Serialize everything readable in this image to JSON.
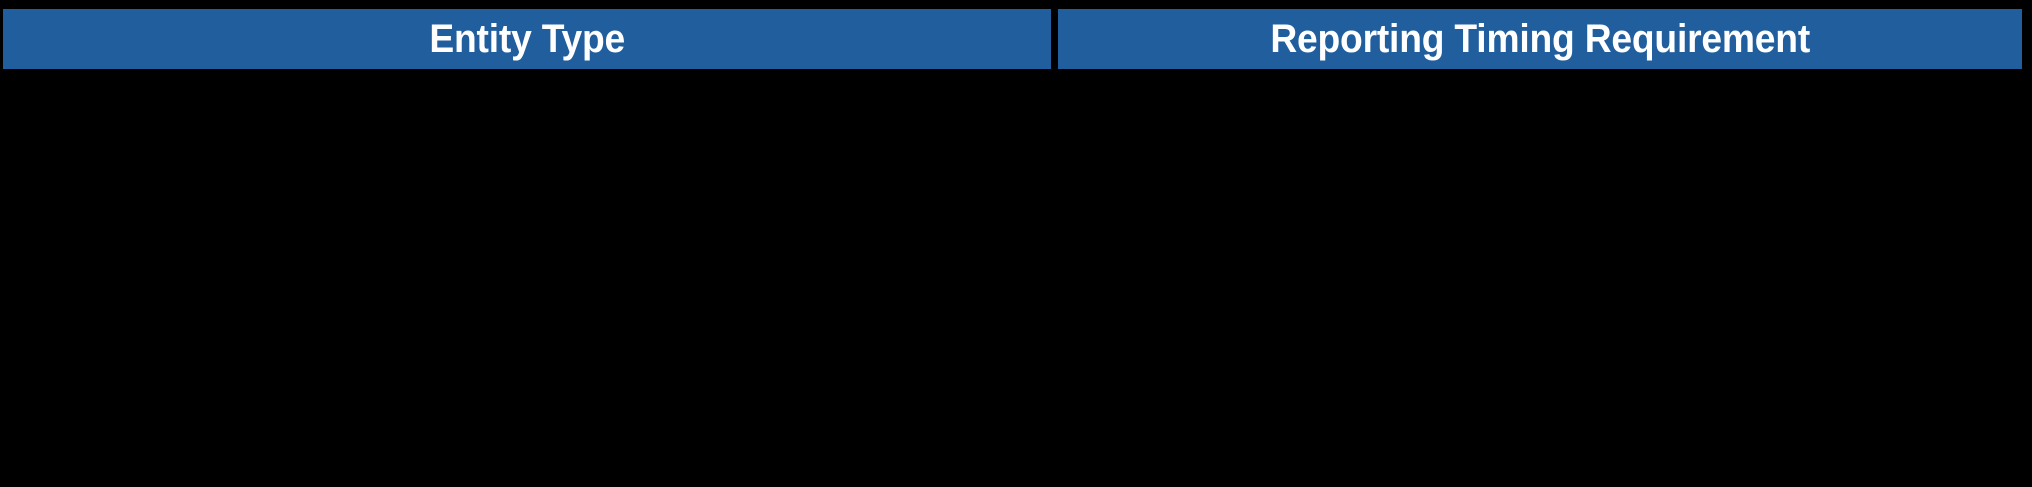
{
  "table": {
    "columns": [
      {
        "key": "entity_type",
        "header": "Entity Type",
        "align": "center"
      },
      {
        "key": "reporting_timing_requirement",
        "header": "Reporting Timing Requirement",
        "align": "center"
      }
    ],
    "rows": [],
    "colors": {
      "header_background": "#215E9E",
      "header_text": "#FFFFFF",
      "body_background": "#000000",
      "page_background": "#000000",
      "divider": "#000000"
    }
  }
}
